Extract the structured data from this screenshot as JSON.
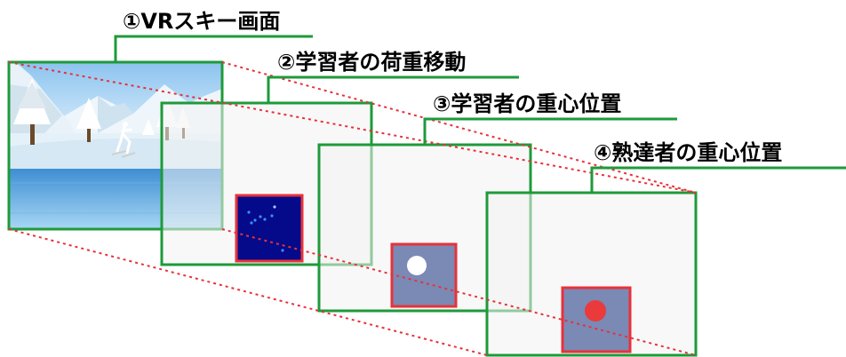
{
  "labels": {
    "l1": "①VRスキー画面",
    "l2": "②学習者の荷重移動",
    "l3": "③学習者の重心位置",
    "l4": "④熟達者の重心位置"
  },
  "colors": {
    "frame_green": "#1e9a3a",
    "guide_red": "#e8313a",
    "panel_fill": "#f2f2f2",
    "inset_border": "#e8313a",
    "load_bg": "#050a8a",
    "cog_bg": "#7b89b5",
    "learner_dot": "#ffffff",
    "expert_dot": "#ea3a3c"
  },
  "icons": {
    "scene": "ski-scene-illustration"
  }
}
